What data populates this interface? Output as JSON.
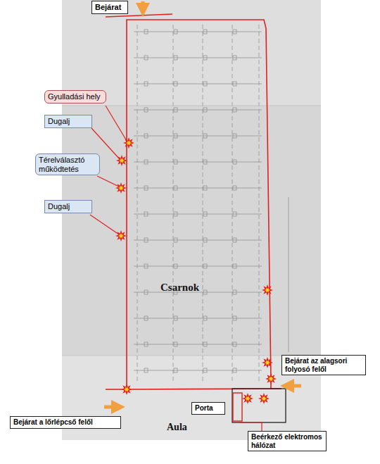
{
  "diagram": {
    "nodes": [
      {
        "text": [
          "Bejárat"
        ]
      },
      {
        "text": [
          "Gyulladási hely"
        ]
      },
      {
        "text": [
          "Dugalj"
        ]
      },
      {
        "text": [
          "Térelválasztó működtetés"
        ]
      },
      {
        "text": [
          "Dugalj"
        ]
      },
      {
        "text": [
          "Bejárat az alagsori folyosó felől"
        ]
      },
      {
        "text": [
          "Porta"
        ]
      },
      {
        "text": [
          "Bejárat a lőrlépcső felől"
        ]
      },
      {
        "text": [
          "Beérkező elektromos hálózat"
        ]
      }
    ],
    "labels": [
      "Csarnok",
      "Aula"
    ]
  }
}
